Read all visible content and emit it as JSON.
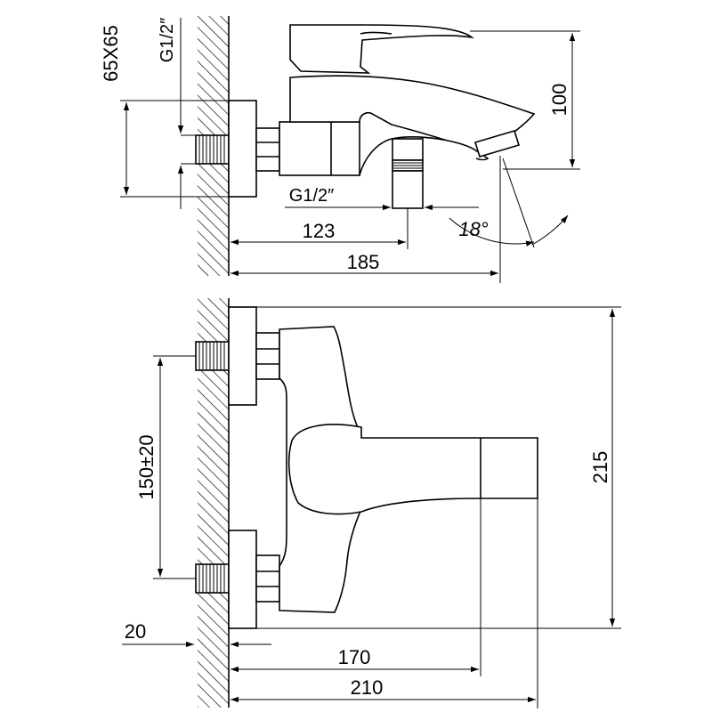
{
  "top_view": {
    "flange_dim": "65X65",
    "thread_left": "G1/2″",
    "thread_bottom": "G1/2″",
    "height_dim": "100",
    "dim_inlet": "123",
    "dim_spout": "185",
    "angle": "18°"
  },
  "front_view": {
    "center_distance": "150±20",
    "height_dim": "215",
    "wall_offset": "20",
    "dim_body": "170",
    "dim_total": "210"
  }
}
